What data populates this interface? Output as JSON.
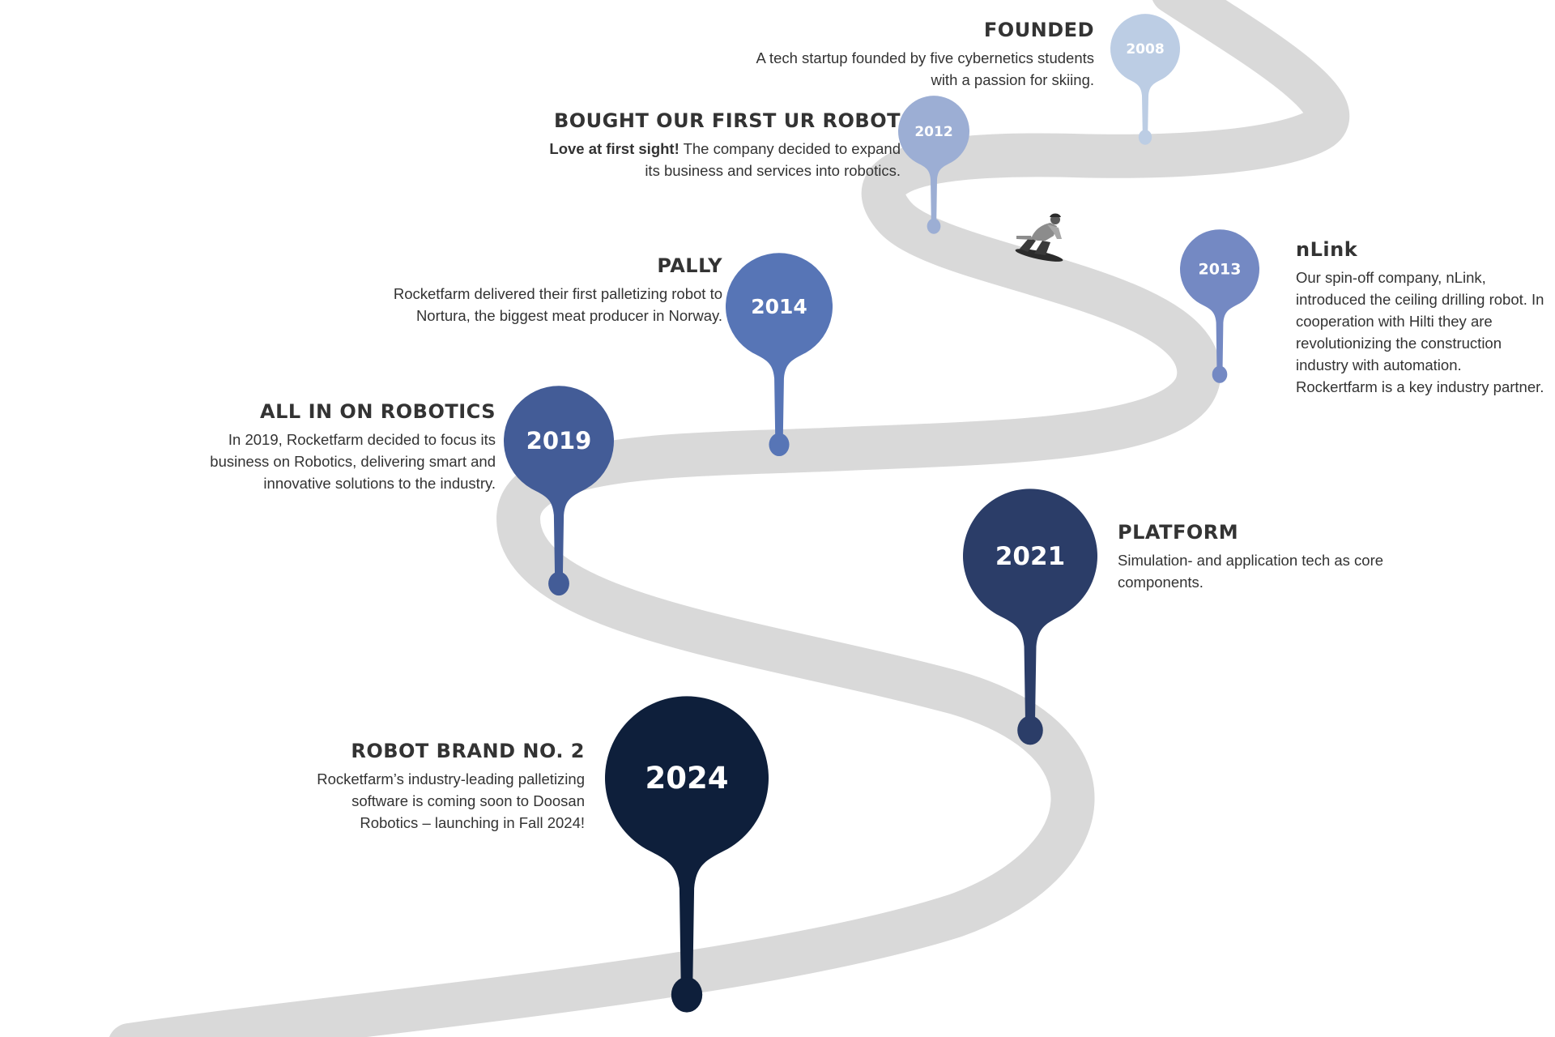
{
  "colors": {
    "road": "#d9d9d9",
    "text": "#333333",
    "pin_2008": "#bccde4",
    "pin_2012": "#9caed4",
    "pin_2013": "#7489c3",
    "pin_2014": "#5775b6",
    "pin_2019": "#435c97",
    "pin_2021": "#2b3d68",
    "pin_2024": "#0e1f3b"
  },
  "milestones": [
    {
      "year": "2008",
      "title": "FOUNDED",
      "description": "A tech startup founded by five cybernetics students with a passion for skiing.",
      "color": "#bccde4"
    },
    {
      "year": "2012",
      "title": "BOUGHT OUR FIRST UR ROBOT",
      "lead": "Love at first sight!",
      "description": "The company decided to expand its business and services into robotics.",
      "color": "#9caed4"
    },
    {
      "year": "2013",
      "title": "nLink",
      "description": "Our spin-off company, nLink, introduced the ceiling drilling robot. In cooperation with Hilti they are revolutionizing the construction industry with automation. Rockertfarm is a key industry partner.",
      "color": "#7489c3"
    },
    {
      "year": "2014",
      "title": "PALLY",
      "description": "Rocketfarm delivered their first palletizing robot to Nortura, the biggest meat producer in Norway.",
      "color": "#5775b6"
    },
    {
      "year": "2019",
      "title": "ALL IN ON ROBOTICS",
      "description": "In 2019, Rocketfarm decided to focus its business on Robotics, delivering smart and innovative solutions to the industry.",
      "color": "#435c97"
    },
    {
      "year": "2021",
      "title": "PLATFORM",
      "description": "Simulation- and application tech as core components.",
      "color": "#2b3d68"
    },
    {
      "year": "2024",
      "title": "ROBOT BRAND NO. 2",
      "description": "Rocketfarm’s industry-leading palletizing software is coming soon to Doosan Robotics – launching in Fall 2024!",
      "color": "#0e1f3b"
    }
  ],
  "decoration": {
    "skier_icon": "snowboarder-icon"
  }
}
